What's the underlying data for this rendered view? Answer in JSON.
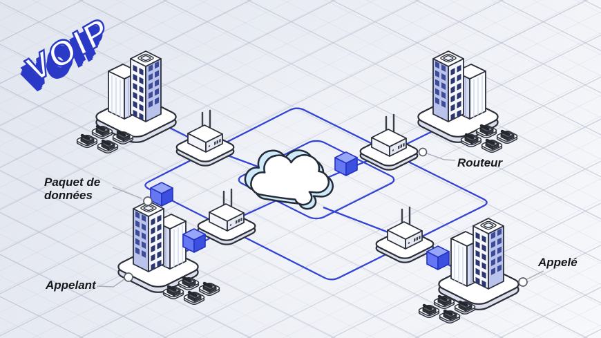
{
  "logo": {
    "text": "VOIP"
  },
  "labels": {
    "data_packet_line1": "Paquet de",
    "data_packet_line2": "données",
    "router": "Routeur",
    "caller": "Appelant",
    "callee": "Appelé"
  },
  "icons": {
    "logo": "voip-3d-logo",
    "cloud": "cloud-icon",
    "router": "wifi-router-icon",
    "building": "office-building-icon",
    "phones": "desk-phone-cluster-icon",
    "packet": "data-packet-cube-icon",
    "callout": "callout-dot"
  },
  "colors": {
    "connection_line": "#3344d4",
    "outline_dark": "#2b2f3a",
    "platform_side": "#dde0ea",
    "cube_top": "#97a6f7",
    "cube_left": "#6577f2",
    "cube_right": "#3c50e0",
    "cube_outline": "#2433c0",
    "cloud_back": "#cfeaf8",
    "window_navy": "#2c3770",
    "building_side": "#b9c3ec",
    "logo_blue": "#2b3ac6",
    "label_text": "#17181c",
    "callout_line": "#a9adb6"
  }
}
